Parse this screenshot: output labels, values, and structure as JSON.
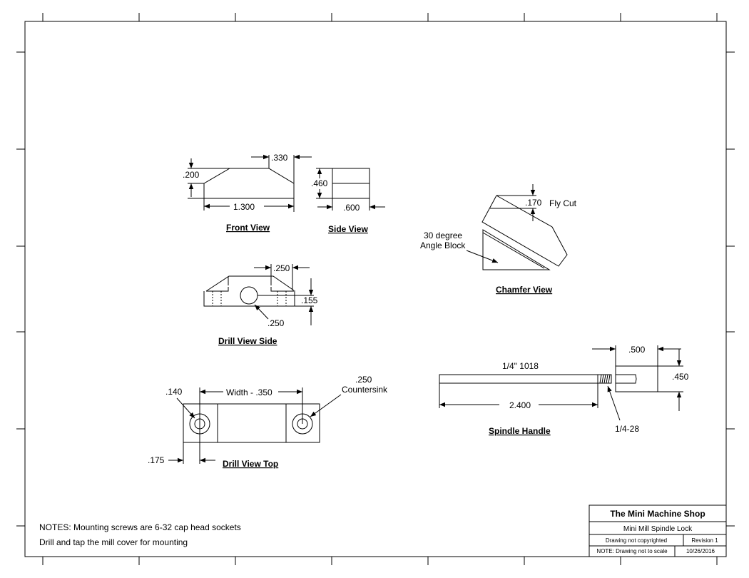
{
  "title_block": {
    "company": "The Mini Machine Shop",
    "drawing_title": "Mini Mill Spindle Lock",
    "copyright": "Drawing not copyrighted",
    "revision": "Revision 1",
    "scale_note": "NOTE: Drawing not to scale",
    "date": "10/26/2016"
  },
  "notes": {
    "line1": "NOTES: Mounting screws are 6-32 cap head sockets",
    "line2": "Drill and tap the mill cover for mounting"
  },
  "front_view": {
    "label": "Front View",
    "dim_height": ".200",
    "dim_chamfer": ".330",
    "dim_length": "1.300"
  },
  "side_view": {
    "label": "Side View",
    "dim_height": ".460",
    "dim_width": ".600"
  },
  "drill_side": {
    "label": "Drill View  Side",
    "dim_top": ".250",
    "dim_height": ".155",
    "dim_hole": ".250"
  },
  "drill_top": {
    "label": "Drill View Top",
    "dim_hole": ".140",
    "dim_width": "Width - .350",
    "dim_csk_1": ".250",
    "dim_csk_2": "Countersink",
    "dim_edge": ".175"
  },
  "chamfer_view": {
    "label": "Chamfer View",
    "dim_cut": ".170",
    "fly_cut": "Fly Cut",
    "block_1": "30 degree",
    "block_2": "Angle Block"
  },
  "spindle_handle": {
    "label": "Spindle Handle",
    "material": "1/4\" 1018",
    "dim_length": "2.400",
    "thread": "1/4-28",
    "dim_depth": ".500",
    "dim_height": ".450"
  }
}
